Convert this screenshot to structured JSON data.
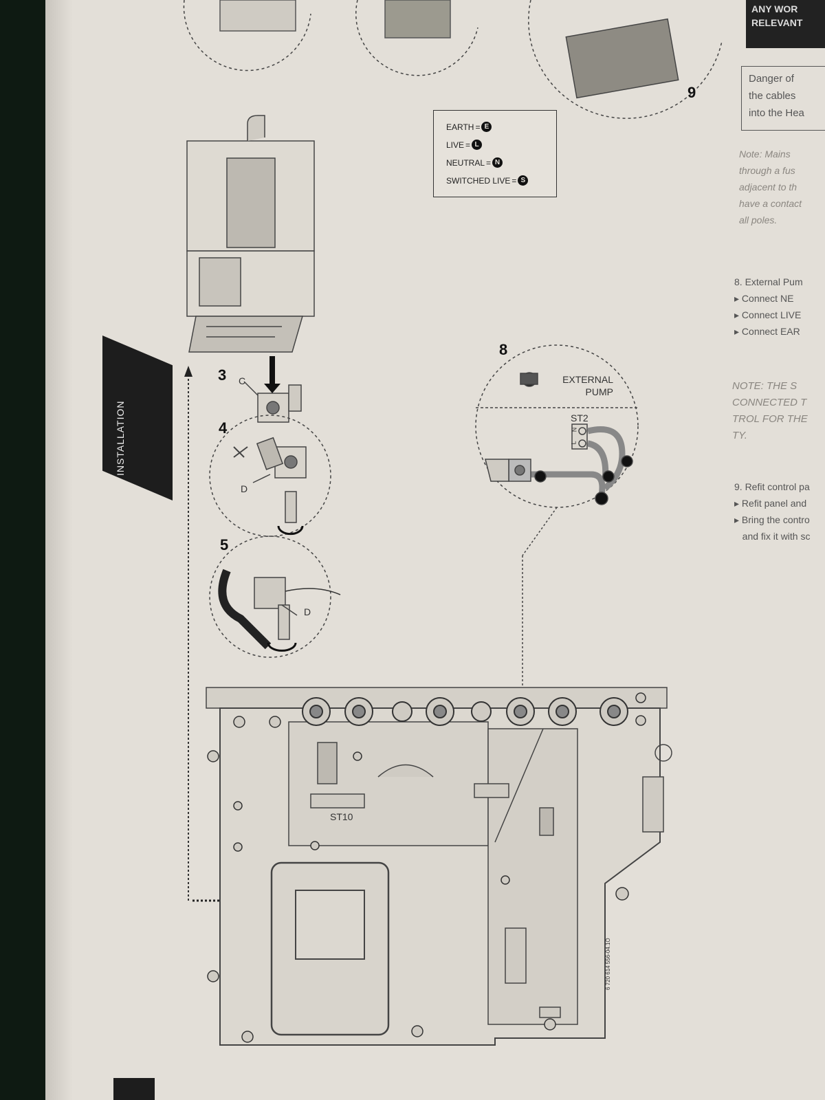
{
  "legend": {
    "earth": {
      "label": "EARTH",
      "symbol": "E"
    },
    "live": {
      "label": "LIVE",
      "symbol": "L"
    },
    "neutral": {
      "label": "NEUTRAL",
      "symbol": "N"
    },
    "switched_live": {
      "label": "SWITCHED LIVE",
      "symbol": "S"
    }
  },
  "side_tab": {
    "label": "INSTALLATION"
  },
  "step_numbers": {
    "s3": "3",
    "s4": "4",
    "s5": "5",
    "s8": "8",
    "s9": "9"
  },
  "callouts": {
    "c": "C",
    "d1": "D",
    "d2": "D"
  },
  "pump": {
    "label_line1": "EXTERNAL",
    "label_line2": "PUMP",
    "terminal": "ST2",
    "t_l": "L",
    "t_n": "N"
  },
  "board": {
    "terminal": "ST10",
    "part_code": "6 720 614 556-04.1O"
  },
  "right_column": {
    "banner_line1": "ANY WOR",
    "banner_line2": "RELEVANT",
    "danger_lines": [
      "Danger of",
      "the cables",
      "into the Hea"
    ],
    "note_lines": [
      "Note: Mains",
      "through a fus",
      "adjacent to th",
      "have a contact",
      "all poles."
    ],
    "step8_title": "8.  External Pum",
    "step8_items": [
      "Connect NE",
      "Connect LIVE",
      "Connect EAR"
    ],
    "caps_note_lines": [
      "NOTE: THE S",
      "CONNECTED T",
      "TROL FOR THE",
      "TY."
    ],
    "step9_title": "9.  Refit control pa",
    "step9_items": [
      "Refit panel and",
      "Bring the contro",
      "and fix it with sc"
    ]
  }
}
